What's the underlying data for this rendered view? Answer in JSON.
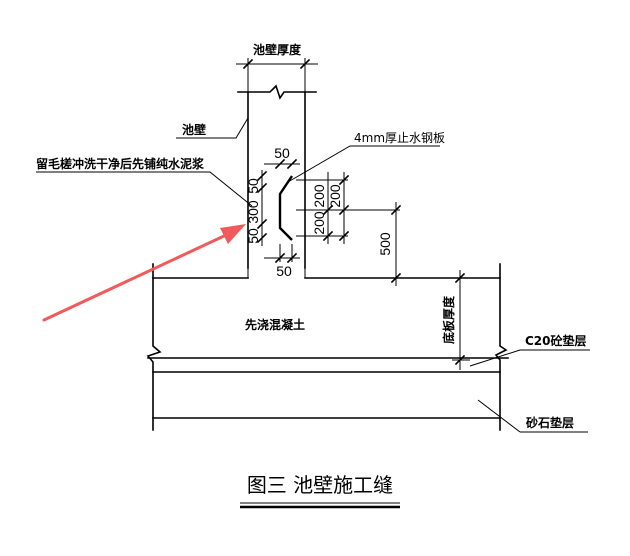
{
  "labels": {
    "wall_thickness": "池壁厚度",
    "wall": "池壁",
    "roughen_note": "留毛槎冲洗干净后先铺纯水泥浆",
    "waterstop": "4mm厚止水钢板",
    "precast_concrete": "先浇混凝土",
    "slab_thickness": "底板厚度",
    "c20_cushion": "C20砼垫层",
    "gravel_cushion": "砂石垫层",
    "figure_title": "图三 池壁施工缝"
  },
  "dimensions": {
    "top_50": "50",
    "left_50_top": "50",
    "left_300": "300",
    "left_50_bottom": "50",
    "right_200_a": "200",
    "right_200_b": "200",
    "right_200_c": "200",
    "right_500": "500",
    "bottom_50": "50"
  },
  "colors": {
    "arrow": "#f05a5a",
    "line": "#000000"
  }
}
